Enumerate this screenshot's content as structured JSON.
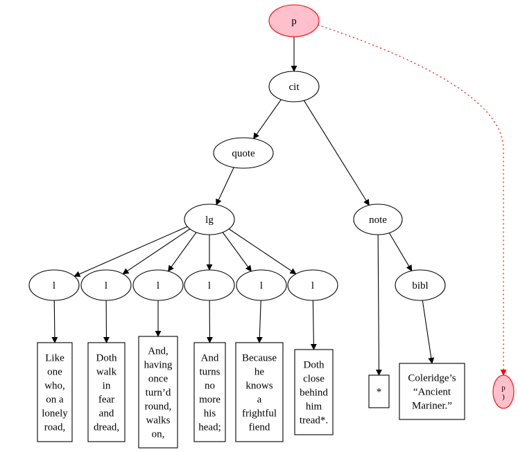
{
  "nodes": {
    "p_root": {
      "label": "p",
      "shape": "ellipse",
      "fill": "#ffc0cb",
      "stroke": "#ff0000"
    },
    "cit": {
      "label": "cit",
      "shape": "ellipse"
    },
    "quote": {
      "label": "quote",
      "shape": "ellipse"
    },
    "lg": {
      "label": "lg",
      "shape": "ellipse"
    },
    "note": {
      "label": "note",
      "shape": "ellipse"
    },
    "bibl": {
      "label": "bibl",
      "shape": "ellipse"
    },
    "l1": {
      "label": "l",
      "shape": "ellipse"
    },
    "l2": {
      "label": "l",
      "shape": "ellipse"
    },
    "l3": {
      "label": "l",
      "shape": "ellipse"
    },
    "l4": {
      "label": "l",
      "shape": "ellipse"
    },
    "l5": {
      "label": "l",
      "shape": "ellipse"
    },
    "l6": {
      "label": "l",
      "shape": "ellipse"
    },
    "t1": {
      "lines": [
        "Like",
        "one",
        "who,",
        "on a",
        "lonely",
        "road,"
      ],
      "shape": "box"
    },
    "t2": {
      "lines": [
        "Doth",
        "walk",
        "in",
        "fear",
        "and",
        "dread,"
      ],
      "shape": "box"
    },
    "t3": {
      "lines": [
        "And,",
        "having",
        "once",
        "turn’d",
        "round,",
        "walks",
        "on,"
      ],
      "shape": "box"
    },
    "t4": {
      "lines": [
        "And",
        "turns",
        "no",
        "more",
        "his",
        "head;"
      ],
      "shape": "box"
    },
    "t5": {
      "lines": [
        "Because",
        "he",
        "knows",
        "a",
        "frightful",
        "fiend"
      ],
      "shape": "box"
    },
    "t6": {
      "lines": [
        "Doth",
        "close",
        "behind",
        "him",
        "tread*."
      ],
      "shape": "box"
    },
    "star": {
      "lines": [
        "*"
      ],
      "shape": "box"
    },
    "bibltext": {
      "lines": [
        "Coleridge’s",
        "“Ancient",
        "Mariner.”"
      ],
      "shape": "box"
    },
    "p_end": {
      "lines": [
        "p",
        ")"
      ],
      "shape": "ellipse",
      "fill": "#ffc0cb",
      "stroke": "#ff0000"
    }
  },
  "edges": [
    {
      "from": "p_root",
      "to": "cit",
      "style": "solid"
    },
    {
      "from": "cit",
      "to": "quote",
      "style": "solid"
    },
    {
      "from": "cit",
      "to": "note",
      "style": "solid"
    },
    {
      "from": "quote",
      "to": "lg",
      "style": "solid"
    },
    {
      "from": "lg",
      "to": "l1",
      "style": "solid"
    },
    {
      "from": "lg",
      "to": "l2",
      "style": "solid"
    },
    {
      "from": "lg",
      "to": "l3",
      "style": "solid"
    },
    {
      "from": "lg",
      "to": "l4",
      "style": "solid"
    },
    {
      "from": "lg",
      "to": "l5",
      "style": "solid"
    },
    {
      "from": "lg",
      "to": "l6",
      "style": "solid"
    },
    {
      "from": "l1",
      "to": "t1",
      "style": "solid"
    },
    {
      "from": "l2",
      "to": "t2",
      "style": "solid"
    },
    {
      "from": "l3",
      "to": "t3",
      "style": "solid"
    },
    {
      "from": "l4",
      "to": "t4",
      "style": "solid"
    },
    {
      "from": "l5",
      "to": "t5",
      "style": "solid"
    },
    {
      "from": "l6",
      "to": "t6",
      "style": "solid"
    },
    {
      "from": "note",
      "to": "star",
      "style": "solid"
    },
    {
      "from": "note",
      "to": "bibl",
      "style": "solid"
    },
    {
      "from": "bibl",
      "to": "bibltext",
      "style": "solid"
    },
    {
      "from": "p_root",
      "to": "p_end",
      "style": "dotted",
      "color": "#ff0000"
    }
  ]
}
